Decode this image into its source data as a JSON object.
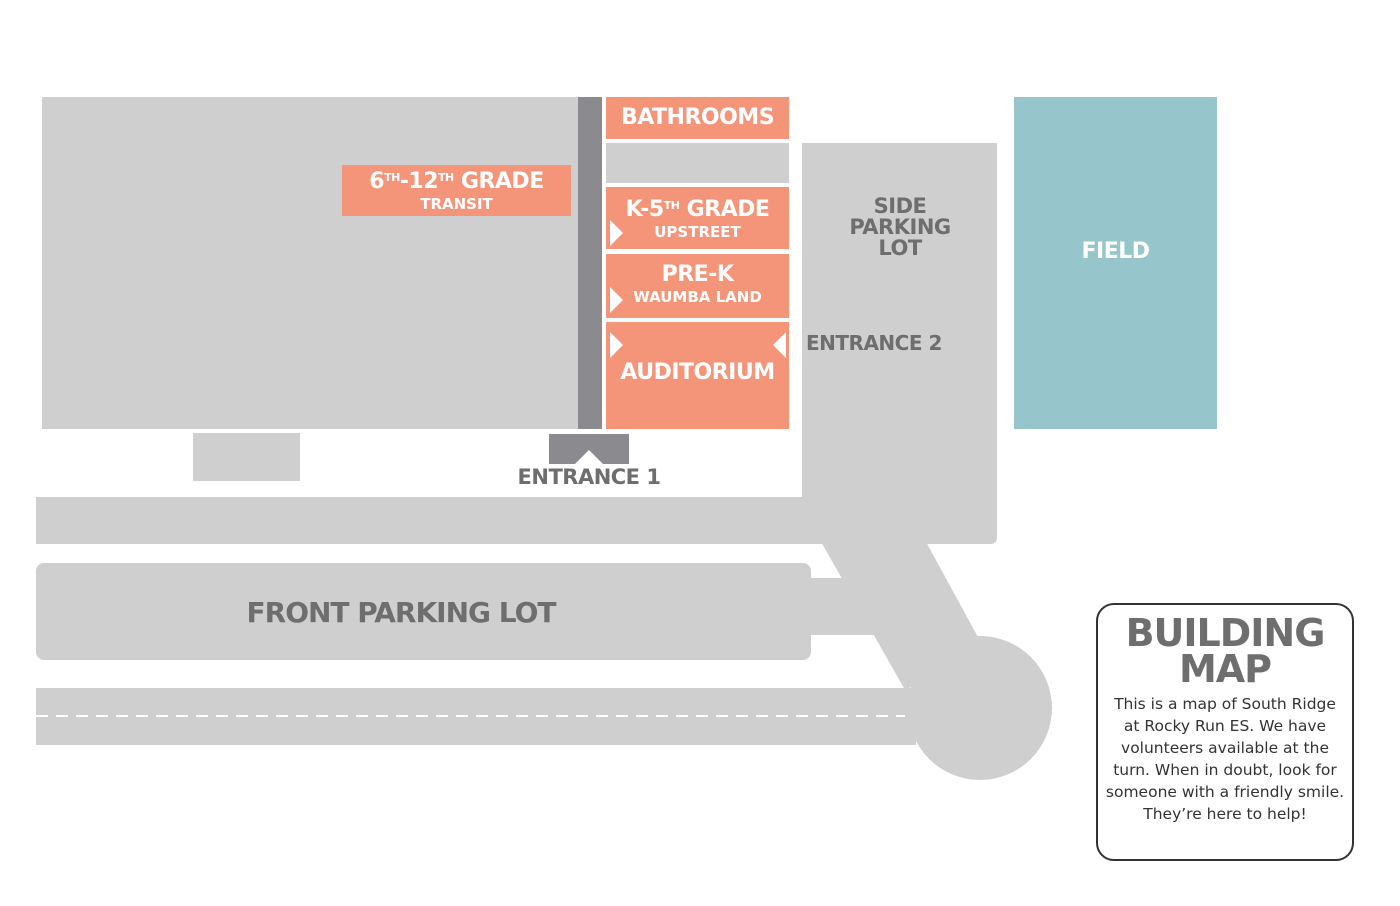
{
  "map": {
    "colors": {
      "building": "#cfcfcf",
      "room": "#f4957a",
      "field": "#96c5cc",
      "hallway": "#8a8a8f",
      "label_dark": "#6e6e6e"
    },
    "rooms": {
      "bathrooms": "BATHROOMS",
      "grade_6_12": {
        "title_a": "6",
        "sup_a": "TH",
        "title_b": "-12",
        "sup_b": "TH",
        "title_c": " GRADE",
        "sub": "TRANSIT"
      },
      "k5": {
        "title_a": "K-5",
        "sup_a": "TH",
        "title_b": " GRADE",
        "sub": "UPSTREET"
      },
      "prek": {
        "title": "PRE-K",
        "sub": "WAUMBA LAND"
      },
      "auditorium": "AUDITORIUM"
    },
    "areas": {
      "side_parking": [
        "SIDE",
        "PARKING",
        "LOT"
      ],
      "field": "FIELD",
      "entrance_1": "ENTRANCE 1",
      "entrance_2": "ENTRANCE 2",
      "front_parking": "FRONT PARKING LOT"
    }
  },
  "legend": {
    "title_line1": "BUILDING",
    "title_line2": "MAP",
    "description": "This is a map of South Ridge at Rocky Run ES. We have volunteers available at the turn. When in doubt, look for someone with a friendly smile. They’re here to help!"
  }
}
